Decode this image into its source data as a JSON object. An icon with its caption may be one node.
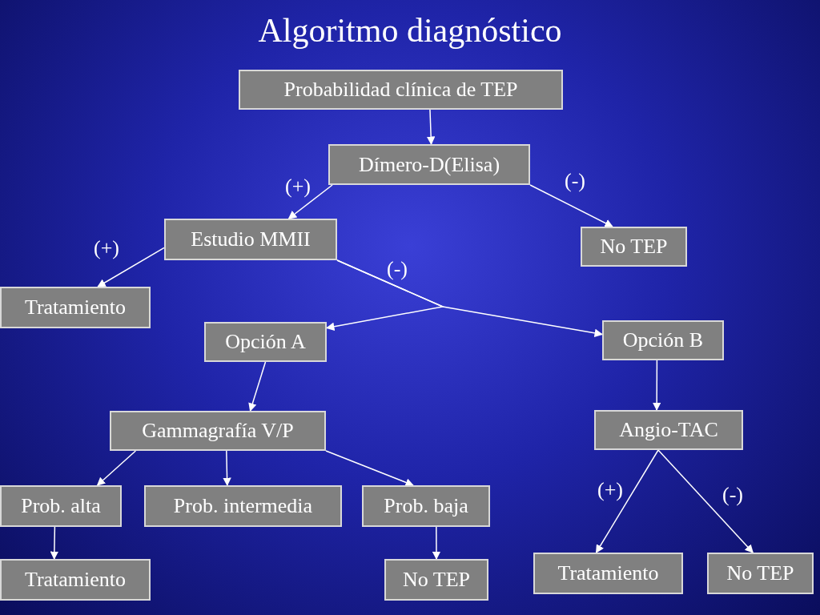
{
  "diagram": {
    "title": "Algoritmo diagnóstico",
    "nodes": [
      {
        "text": [
          "Probabilidad clínica de TEP"
        ]
      },
      {
        "text": [
          "Dímero-D(Elisa)"
        ]
      },
      {
        "text": [
          "Estudio MMII"
        ]
      },
      {
        "text": [
          "No TEP"
        ]
      },
      {
        "text": [
          "Tratamiento"
        ]
      },
      {
        "text": [
          "Opción A"
        ]
      },
      {
        "text": [
          "Opción B"
        ]
      },
      {
        "text": [
          "Gammagrafía V/P"
        ]
      },
      {
        "text": [
          "Angio-TAC"
        ]
      },
      {
        "text": [
          "Prob. alta"
        ]
      },
      {
        "text": [
          "Prob. intermedia"
        ]
      },
      {
        "text": [
          "Prob. baja"
        ]
      },
      {
        "text": [
          "Tratamiento"
        ]
      },
      {
        "text": [
          "No TEP"
        ]
      },
      {
        "text": [
          "Tratamiento"
        ]
      },
      {
        "text": [
          "No TEP"
        ]
      }
    ],
    "edges": [
      {
        "from": 0,
        "to": 1,
        "arrow": "to"
      },
      {
        "from": 1,
        "to": 2,
        "arrow": "to",
        "label": "(+)"
      },
      {
        "from": 1,
        "to": 3,
        "arrow": "to",
        "label": "(-)"
      },
      {
        "from": 2,
        "to": 4,
        "arrow": "to",
        "label": "(+)"
      },
      {
        "from": 2,
        "to": 5,
        "arrow": "to",
        "label": "(-)"
      },
      {
        "from": 2,
        "to": 6,
        "arrow": "to"
      },
      {
        "from": 5,
        "to": 7,
        "arrow": "to"
      },
      {
        "from": 6,
        "to": 8,
        "arrow": "to"
      },
      {
        "from": 7,
        "to": 9,
        "arrow": "to"
      },
      {
        "from": 7,
        "to": 10,
        "arrow": "to"
      },
      {
        "from": 7,
        "to": 11,
        "arrow": "to"
      },
      {
        "from": 9,
        "to": 12,
        "arrow": "to"
      },
      {
        "from": 11,
        "to": 13,
        "arrow": "to"
      },
      {
        "from": 8,
        "to": 14,
        "arrow": "to",
        "label": "(+)"
      },
      {
        "from": 8,
        "to": 15,
        "arrow": "to",
        "label": "(-)"
      }
    ]
  }
}
